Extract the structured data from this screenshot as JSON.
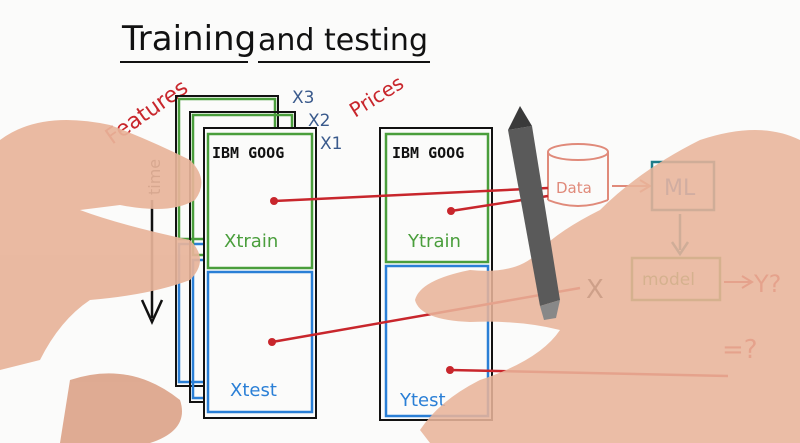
{
  "title": {
    "part1": "Training",
    "part2": "and testing"
  },
  "left_axis": {
    "features_label": "Features",
    "time_label": "time"
  },
  "feature_stack": {
    "layers": [
      "X3",
      "X2",
      "X1"
    ],
    "tickers": "IBM GOOG",
    "train_label": "Xtrain",
    "test_label": "Xtest"
  },
  "price_stack": {
    "prices_label": "Prices",
    "tickers": "IBM GOOG",
    "train_label": "Ytrain",
    "test_label": "Ytest"
  },
  "model_flow": {
    "data_label": "Data",
    "ml_label": "ML",
    "model_label": "model",
    "x_label": "X",
    "y_label": "Y?",
    "eq_label": "=?"
  },
  "colors": {
    "ink": "#111111",
    "red": "#c8262c",
    "green": "#4a9e3c",
    "blue": "#2a7fd6",
    "teal": "#1f7d8a",
    "axis_blue": "#3a5a8c",
    "skin": "#e8b49a"
  }
}
